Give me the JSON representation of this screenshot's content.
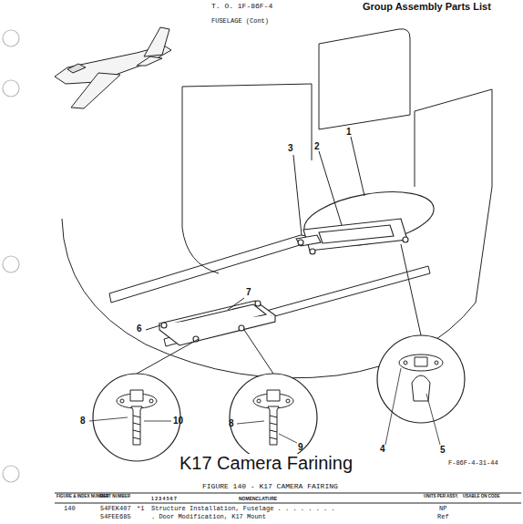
{
  "diagram": {
    "title": "K17 Camera Farining",
    "caption": "FIGURE 140 - K17 CAMERA FAIRING",
    "labels": [
      "T. O. 1F-86F-4",
      "Group Assembly Parts List",
      "FUSELAGE (Cont)",
      "1",
      "2",
      "3",
      "7",
      "6",
      "4",
      "5",
      "8",
      "10",
      "8",
      "9",
      "F-86F-4-31-44",
      "FIGURE & INDEX NUMBER",
      "PART NUMBER",
      "1 2 3 4 5 6 7",
      "NOMENCLATURE",
      "UNITS PER ASSY.",
      "USABLE ON CODE",
      "140",
      "54FEK407",
      "*1",
      "Structure Installation, Fuselage . . . . . . . .",
      "NP",
      "54FEE685",
      ". Door Modification, K17 Mount",
      "Ref"
    ]
  }
}
